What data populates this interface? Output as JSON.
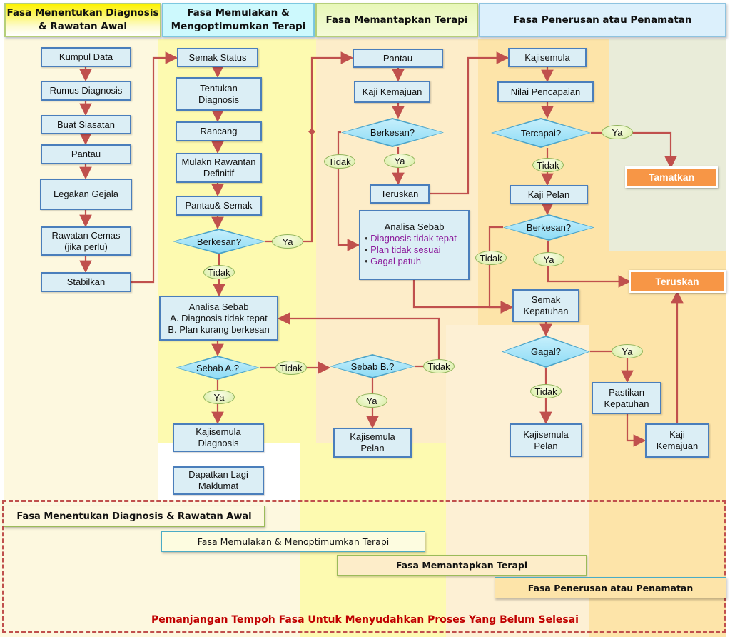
{
  "headers": [
    "Fasa Menentukan Diagnosis\n& Rawatan Awal",
    "Fasa  Memulakan &\nMengoptimumkan Terapi",
    "Fasa  Memantapkan Terapi",
    "Fasa Penerusan atau Penamatan"
  ],
  "labels": {
    "ya": "Ya",
    "tidak": "Tidak"
  },
  "phase1": {
    "kumpul_data": "Kumpul Data",
    "rumus_diagnosis": "Rumus Diagnosis",
    "buat_siasatan": "Buat Siasatan",
    "pantau": "Pantau",
    "legakan_gejala": "Legakan Gejala",
    "rawatan_cemas": "Rawatan Cemas\n(jika perlu)",
    "stabilkan": "Stabilkan"
  },
  "phase2": {
    "semak_status": "Semak Status",
    "tentukan_diagnosis": "Tentukan\nDiagnosis",
    "rancang": "Rancang",
    "mulakan": "Mulakn Rawantan\nDefinitif",
    "pantau_semak": "Pantau& Semak",
    "berkesan": "Berkesan?",
    "analisa_title": "Analisa Sebab",
    "analisa_a": "A.  Diagnosis tidak tepat",
    "analisa_b": "B.  Plan kurang berkesan",
    "sebab_a": "Sebab A.?",
    "sebab_b": "Sebab B.?",
    "kajisemula_diagnosis": "Kajisemula\nDiagnosis",
    "dapatkan": "Dapatkan Lagi\nMaklumat",
    "kajisemula_pelan": "Kajisemula\nPelan"
  },
  "phase3": {
    "pantau": "Pantau",
    "kaji_kemajuan": "Kaji Kemajuan",
    "berkesan": "Berkesan?",
    "teruskan": "Teruskan",
    "analisa_title": "Analisa Sebab",
    "analisa_items": [
      "Diagnosis tidak tepat",
      "Plan tidak sesuai",
      "Gagal patuh"
    ]
  },
  "phase4": {
    "kajisemula": "Kajisemula",
    "nilai_pencapaian": "Nilai Pencapaian",
    "tercapai": "Tercapai?",
    "tamatkan": "Tamatkan",
    "kaji_pelan": "Kaji Pelan",
    "berkesan": "Berkesan?",
    "teruskan": "Teruskan",
    "semak_kepatuhan": "Semak\nKepatuhan",
    "gagal": "Gagal?",
    "kajisemula_pelan": "Kajisemula\nPelan",
    "pastikan_kepatuhan": "Pastikan\nKepatuhan",
    "kaji_kemajuan": "Kaji\nKemajuan"
  },
  "timeline": {
    "bars": [
      "Fasa Menentukan Diagnosis & Rawatan Awal",
      "Fasa  Memulakan & Menoptimumkan Terapi",
      "Fasa  Memantapkan Terapi",
      "Fasa Penerusan atau Penamatan"
    ],
    "caption": "Pemanjangan Tempoh Fasa Untuk Menyudahkan Proses Yang Belum Selesai"
  },
  "colors": {
    "arrow": "#c0504d",
    "box_fill": "#dbeef5",
    "box_border": "#4a7ebb",
    "orange": "#f79646",
    "caption": "#c00000",
    "bullet_text": "#8b1a9b"
  }
}
